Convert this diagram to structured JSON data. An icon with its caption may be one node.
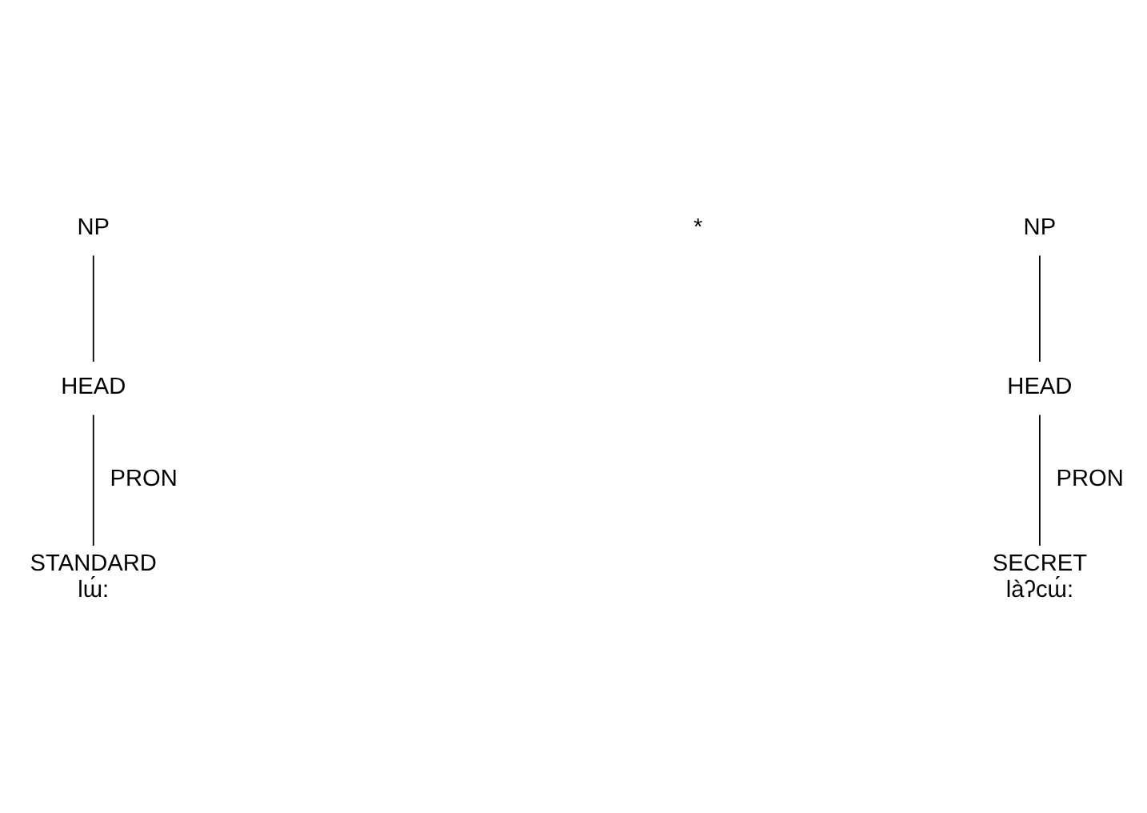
{
  "diagram": {
    "nodes": [
      {
        "text": [
          "NP"
        ]
      },
      {
        "text": [
          "HEAD"
        ]
      },
      {
        "text": [
          "STANDARD",
          "lɯ́:"
        ]
      },
      {
        "text": [
          "NP"
        ]
      },
      {
        "text": [
          "HEAD"
        ]
      },
      {
        "text": [
          "SECRET",
          "làʔcɯ́:"
        ]
      }
    ],
    "edges": [
      {
        "from": 0,
        "to": 1,
        "arrow": "none"
      },
      {
        "from": 1,
        "to": 2,
        "arrow": "none",
        "label": "PRON"
      },
      {
        "from": 3,
        "to": 4,
        "arrow": "none"
      },
      {
        "from": 4,
        "to": 5,
        "arrow": "none",
        "label": "PRON"
      }
    ],
    "labels": [
      "*"
    ]
  }
}
